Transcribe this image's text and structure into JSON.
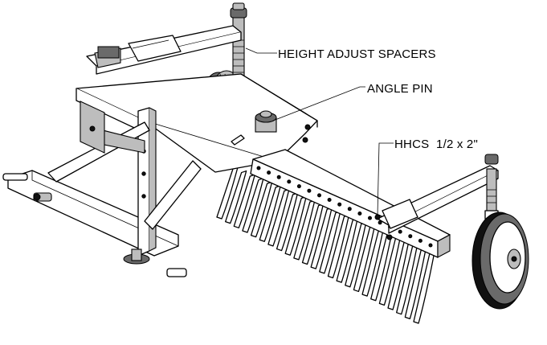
{
  "labels": {
    "height_adjust_spacers": "HEIGHT ADJUST SPACERS",
    "angle_pin": "ANGLE PIN",
    "hhcs": "HHCS  1/2 x 2\""
  }
}
